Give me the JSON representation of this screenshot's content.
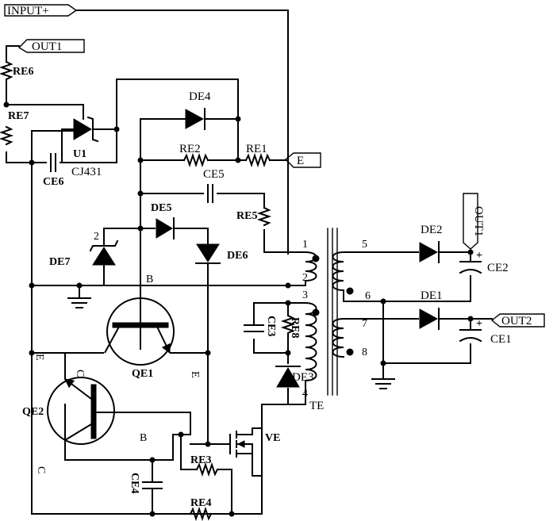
{
  "ports": {
    "input_plus": "INPUT+",
    "out1": "OUT1",
    "out2": "OUT2",
    "e": "E"
  },
  "components": {
    "re6": "RE6",
    "re7": "RE7",
    "u1": "U1",
    "cj431": "CJ431",
    "ce6": "CE6",
    "de4": "DE4",
    "re2": "RE2",
    "re1": "RE1",
    "ce5": "CE5",
    "re5": "RE5",
    "de5": "DE5",
    "de6": "DE6",
    "de7": "DE7",
    "qe1": "QE1",
    "qe2": "QE2",
    "ce3": "CE3",
    "re8": "RE8",
    "de3": "DE3",
    "te": "TE",
    "ve": "VE",
    "re3": "RE3",
    "re4": "RE4",
    "ce4": "CE4",
    "de2": "DE2",
    "de1": "DE1",
    "ce2": "CE2",
    "ce1": "CE1"
  },
  "pins": {
    "p1": "1",
    "p2": "2",
    "p3": "3",
    "p4": "4",
    "p5": "5",
    "p6": "6",
    "p7": "7",
    "p8": "8",
    "de7_pin": "2",
    "b1": "B",
    "e1": "E",
    "c1": "C",
    "b2": "B",
    "e2": "E",
    "c2": "C"
  },
  "polarity": {
    "plus": "+"
  }
}
